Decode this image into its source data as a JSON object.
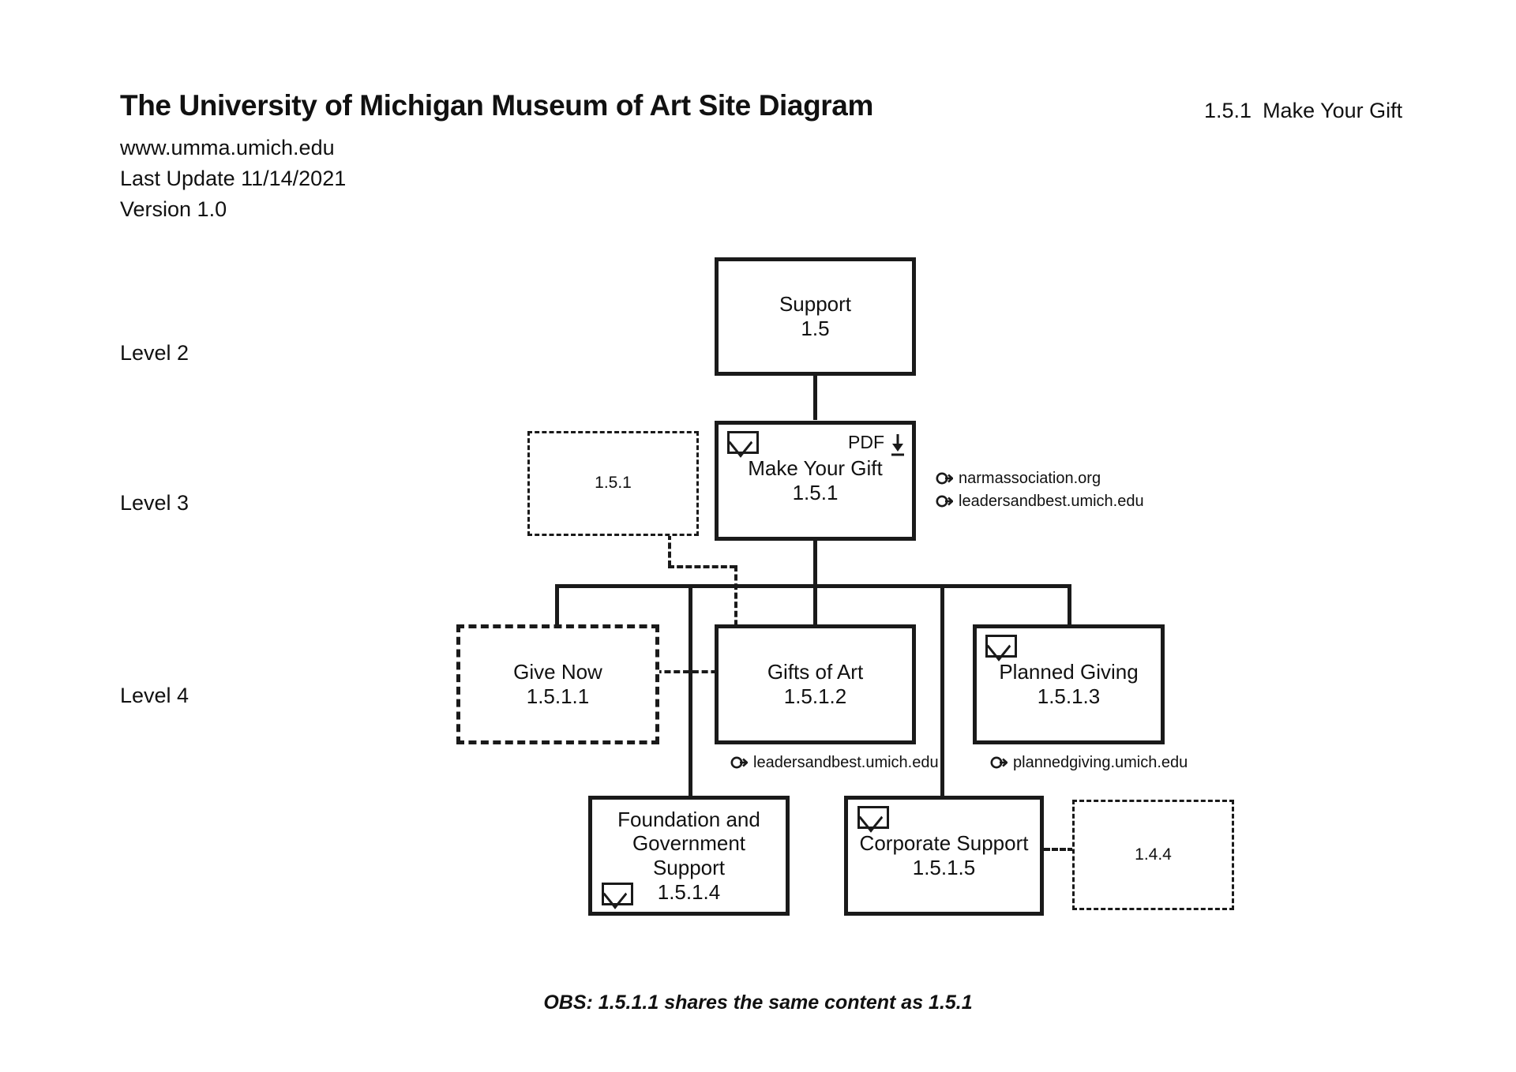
{
  "header": {
    "title": "The University of Michigan Museum of Art Site Diagram",
    "website": "www.umma.umich.edu",
    "last_update": "Last Update 11/14/2021",
    "version": "Version 1.0",
    "section_number": "1.5.1",
    "section_title": "Make Your Gift"
  },
  "levels": [
    {
      "label": "Level 2"
    },
    {
      "label": "Level 3"
    },
    {
      "label": "Level 4"
    }
  ],
  "nodes": {
    "support": {
      "name": "Support",
      "id": "1.5"
    },
    "ref_151": {
      "id": "1.5.1"
    },
    "make_your_gift": {
      "name": "Make Your Gift",
      "id": "1.5.1",
      "pdf_label": "PDF"
    },
    "give_now": {
      "name": "Give Now",
      "id": "1.5.1.1"
    },
    "gifts_of_art": {
      "name": "Gifts of Art",
      "id": "1.5.1.2"
    },
    "planned_giving": {
      "name": "Planned Giving",
      "id": "1.5.1.3"
    },
    "foundation_gov": {
      "name_line1": "Foundation and",
      "name_line2": "Government",
      "name_line3": "Support",
      "id": "1.5.1.4"
    },
    "corporate_support": {
      "name": "Corporate Support",
      "id": "1.5.1.5"
    },
    "ref_144": {
      "id": "1.4.4"
    }
  },
  "external_links": {
    "myg_1": "narmassociation.org",
    "myg_2": "leadersandbest.umich.edu",
    "gifts_of_art": "leadersandbest.umich.edu",
    "planned_giving": "plannedgiving.umich.edu"
  },
  "footnote": "OBS:  1.5.1.1 shares the same content as 1.5.1",
  "colors": {
    "ink": "#1a1a1a",
    "background": "#ffffff"
  },
  "icons": {
    "email": "envelope-icon",
    "pdf_download": "pdf-download-icon",
    "external": "external-link-icon"
  }
}
